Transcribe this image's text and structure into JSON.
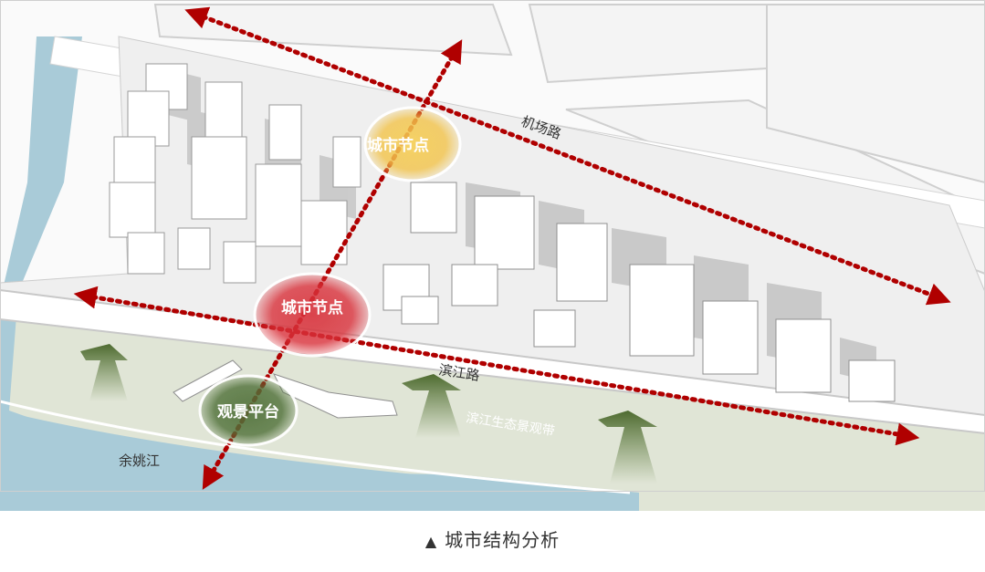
{
  "labels": {
    "airport_road": "机场路",
    "riverside_road": "滨江路",
    "eco_belt": "滨江生态景观带",
    "river": "余姚江"
  },
  "nodes": {
    "city_node_1": "城市节点",
    "city_node_2": "城市节点",
    "viewing_platform": "观景平台"
  },
  "caption": {
    "marker": "▲",
    "text": "城市结构分析"
  },
  "colors": {
    "axis_arrow": "#b00000",
    "node_yellow": "#f2c34a",
    "node_red": "#d8313a",
    "node_green": "#4f7038",
    "river": "#a9cbd8",
    "green_belt": "#e0e5d6",
    "view_arrow": "#5c7a3a"
  }
}
